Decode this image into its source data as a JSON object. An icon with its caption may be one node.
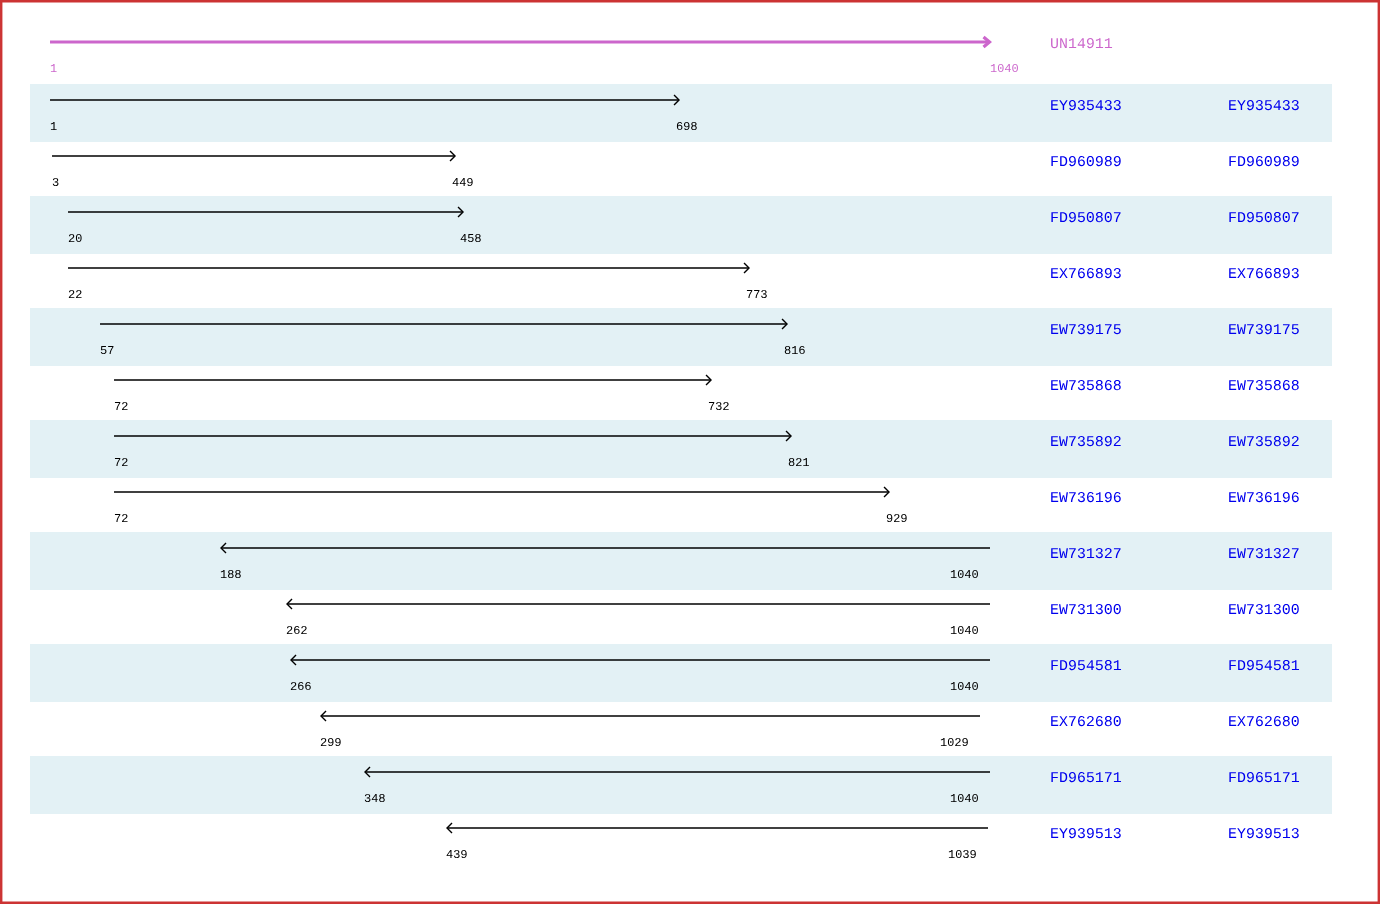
{
  "diagram": {
    "labels": [
      "1",
      "1040",
      "UN14911",
      "1",
      "698",
      "EY935433",
      "EY935433",
      "3",
      "449",
      "FD960989",
      "FD960989",
      "20",
      "458",
      "FD950807",
      "FD950807",
      "22",
      "773",
      "EX766893",
      "EX766893",
      "57",
      "816",
      "EW739175",
      "EW739175",
      "72",
      "732",
      "EW735868",
      "EW735868",
      "72",
      "821",
      "EW735892",
      "EW735892",
      "72",
      "929",
      "EW736196",
      "EW736196",
      "188",
      "1040",
      "EW731327",
      "EW731327",
      "262",
      "1040",
      "EW731300",
      "EW731300",
      "266",
      "1040",
      "FD954581",
      "FD954581",
      "299",
      "1029",
      "EX762680",
      "EX762680",
      "348",
      "1040",
      "FD965171",
      "FD965171",
      "439",
      "1039",
      "EY939513",
      "EY939513"
    ]
  }
}
